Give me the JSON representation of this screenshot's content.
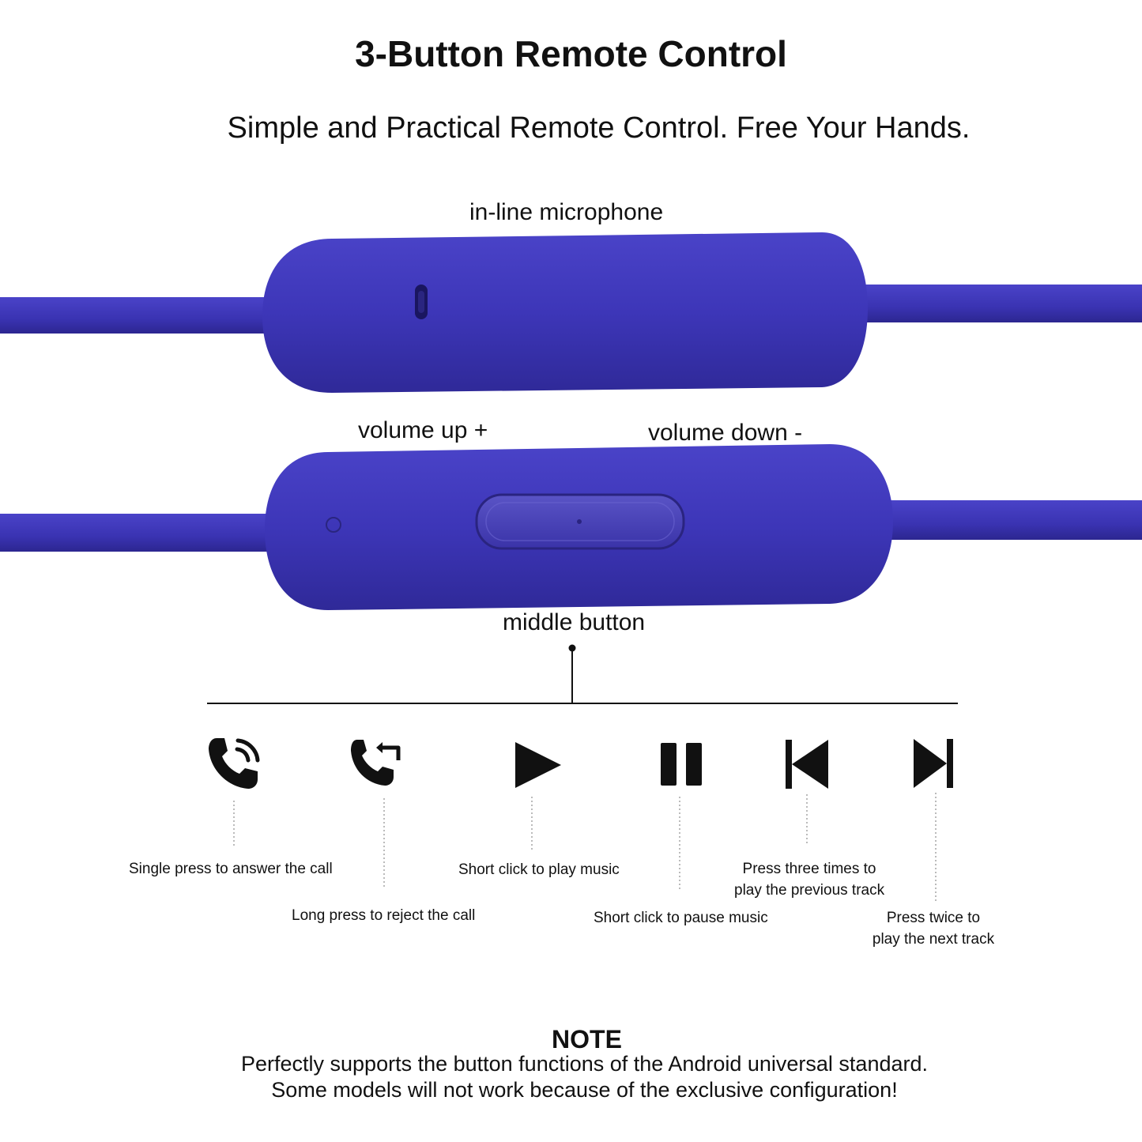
{
  "header": {
    "title": "3-Button Remote Control",
    "subtitle": "Simple and Practical Remote Control. Free Your Hands."
  },
  "labels": {
    "microphone": "in-line microphone",
    "volume_up": "volume up +",
    "volume_down": "volume down -",
    "middle_button": "middle button"
  },
  "functions": [
    {
      "icon": "phone-answer-icon",
      "caption": "Single press to answer the call"
    },
    {
      "icon": "phone-reject-icon",
      "caption": "Long press to reject the call"
    },
    {
      "icon": "play-icon",
      "caption": "Short click to play music"
    },
    {
      "icon": "pause-icon",
      "caption": "Short click to pause music"
    },
    {
      "icon": "previous-track-icon",
      "caption_line1": "Press three times to",
      "caption_line2": "play the previous track"
    },
    {
      "icon": "next-track-icon",
      "caption_line1": "Press twice to",
      "caption_line2": "play the next track"
    }
  ],
  "note": {
    "title": "NOTE",
    "line1": "Perfectly supports the button functions of the Android universal standard.",
    "line2": "Some models will not work because of the exclusive configuration!"
  },
  "colors": {
    "product": "#3d36b8",
    "product_shadow": "#2c2690",
    "text": "#111111"
  }
}
